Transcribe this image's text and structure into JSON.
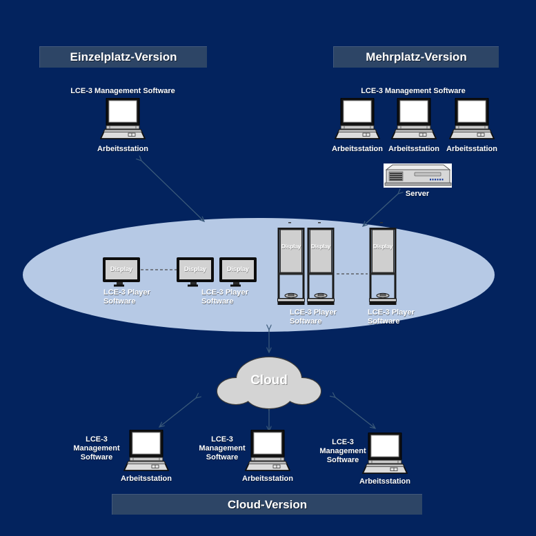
{
  "colors": {
    "background": "#03235e",
    "banner_bg": "#2d4566",
    "ellipse_fill": "#b6c9e5",
    "arrow": "#3b5a7a",
    "cloud_fill": "#d4d4d4",
    "display_screen": "#d0d0d0",
    "label_text": "#ffffff"
  },
  "einzelplatz": {
    "title": "Einzelplatz-Version",
    "software_label": "LCE-3 Management Software",
    "workstation_label": "Arbeitsstation"
  },
  "mehrplatz": {
    "title": "Mehrplatz-Version",
    "software_label": "LCE-3 Management Software",
    "workstation_labels": [
      "Arbeitsstation",
      "Arbeitsstation",
      "Arbeitsstation"
    ],
    "server_label": "Server"
  },
  "player_zone": {
    "display_label": "Display",
    "flat_display_groups": [
      {
        "software_label": "LCE-3 Player\nSoftware"
      },
      {
        "software_label": "LCE-3 Player\nSoftware"
      }
    ],
    "kiosk_display_groups": [
      {
        "software_label": "LCE-3 Player\nSoftware"
      },
      {
        "software_label": "LCE-3 Player\nSoftware"
      }
    ]
  },
  "cloud_section": {
    "title": "Cloud-Version",
    "cloud_label": "Cloud",
    "workstations": [
      {
        "software_label": "LCE-3\nManagement\nSoftware",
        "workstation_label": "Arbeitsstation"
      },
      {
        "software_label": "LCE-3\nManagement\nSoftware",
        "workstation_label": "Arbeitsstation"
      },
      {
        "software_label": "LCE-3\nManagement\nSoftware",
        "workstation_label": "Arbeitsstation"
      }
    ]
  }
}
